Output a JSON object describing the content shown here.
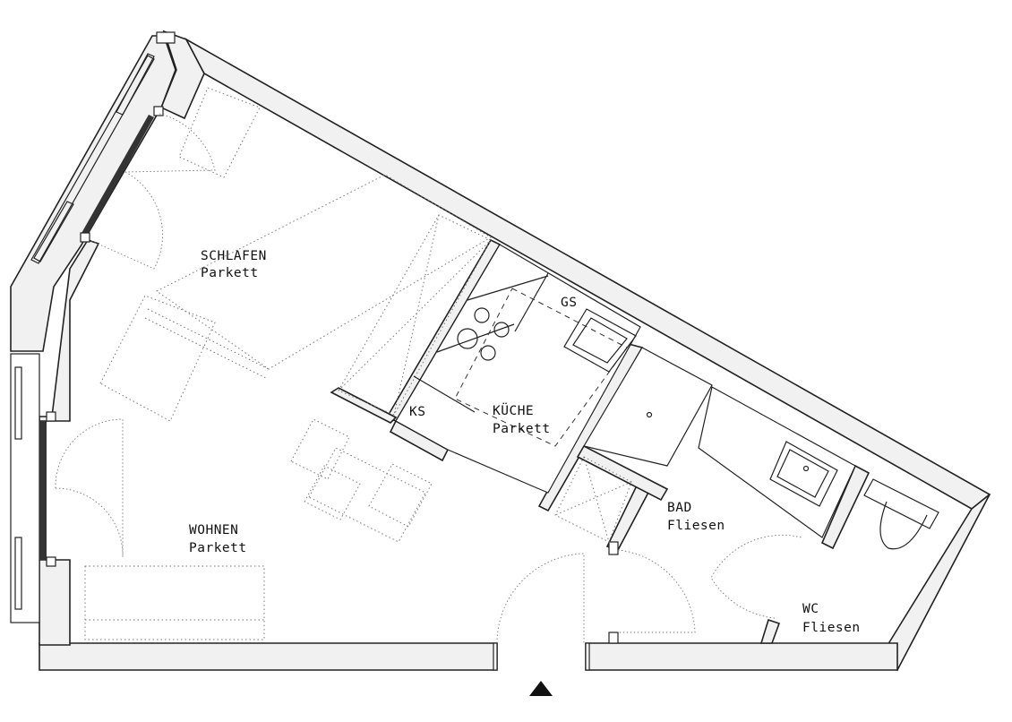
{
  "rooms": {
    "schlafen": {
      "name": "SCHLAFEN",
      "floor": "Parkett"
    },
    "wohnen": {
      "name": "WOHNEN",
      "floor": "Parkett"
    },
    "kueche": {
      "name": "KÜCHE",
      "floor": "Parkett"
    },
    "bad": {
      "name": "BAD",
      "floor": "Fliesen"
    },
    "wc": {
      "name": "WC",
      "floor": "Fliesen"
    }
  },
  "fixtures": {
    "fridge_label": "KS",
    "dishwasher_label": "GS"
  },
  "icons": {
    "entrance": "triangle-up-icon"
  },
  "colors": {
    "wall_fill": "#f1f1f1",
    "line": "#222222"
  }
}
